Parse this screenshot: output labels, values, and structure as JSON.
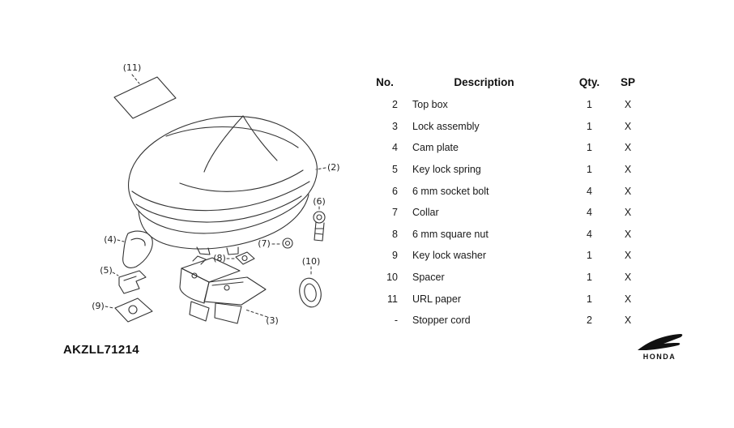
{
  "code": "AKZLL71214",
  "colors": {
    "line": "#333333",
    "ink": "#1a1a1a",
    "background": "#ffffff"
  },
  "diagram": {
    "callouts": {
      "c2": "(2)",
      "c3": "(3)",
      "c4": "(4)",
      "c5": "(5)",
      "c6": "(6)",
      "c7": "(7)",
      "c8": "(8)",
      "c9": "(9)",
      "c10": "(10)",
      "c11": "(11)"
    }
  },
  "table": {
    "headers": {
      "no": "No.",
      "description": "Description",
      "qty": "Qty.",
      "sp": "SP"
    },
    "rows": [
      {
        "no": "2",
        "description": "Top box",
        "qty": "1",
        "sp": "X"
      },
      {
        "no": "3",
        "description": "Lock assembly",
        "qty": "1",
        "sp": "X"
      },
      {
        "no": "4",
        "description": "Cam plate",
        "qty": "1",
        "sp": "X"
      },
      {
        "no": "5",
        "description": "Key lock spring",
        "qty": "1",
        "sp": "X"
      },
      {
        "no": "6",
        "description": "6 mm socket bolt",
        "qty": "4",
        "sp": "X"
      },
      {
        "no": "7",
        "description": "Collar",
        "qty": "4",
        "sp": "X"
      },
      {
        "no": "8",
        "description": "6 mm square nut",
        "qty": "4",
        "sp": "X"
      },
      {
        "no": "9",
        "description": "Key lock washer",
        "qty": "1",
        "sp": "X"
      },
      {
        "no": "10",
        "description": "Spacer",
        "qty": "1",
        "sp": "X"
      },
      {
        "no": "11",
        "description": "URL paper",
        "qty": "1",
        "sp": "X"
      },
      {
        "no": "-",
        "description": "Stopper cord",
        "qty": "2",
        "sp": "X"
      }
    ]
  },
  "brand": {
    "name": "HONDA"
  }
}
